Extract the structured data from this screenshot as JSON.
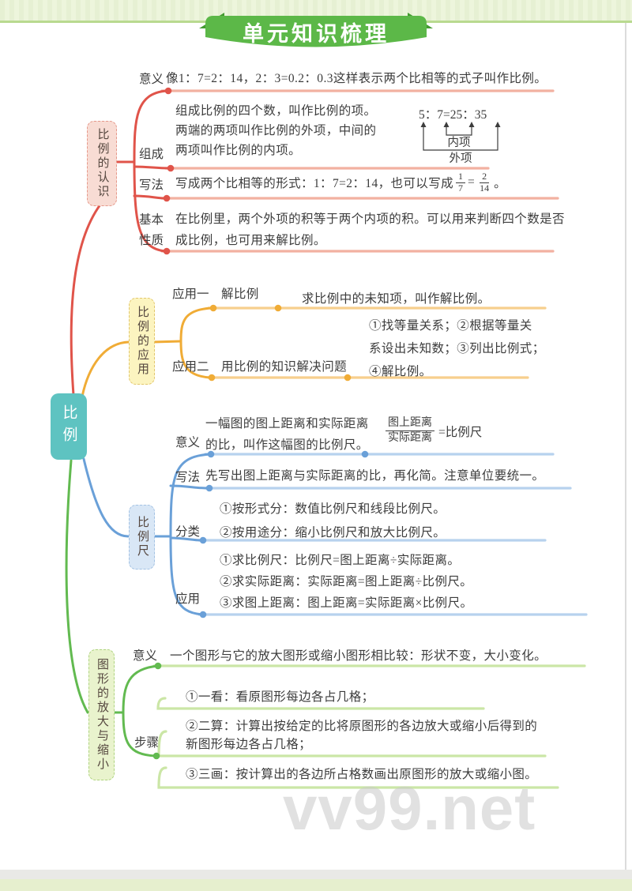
{
  "banner": {
    "title": "单元知识梳理"
  },
  "watermark": "vv99.net",
  "root": {
    "label": "比例"
  },
  "colors": {
    "banner_green": "#5cb848",
    "banner_fold_green": "#449b31",
    "root_teal": "#5ec3c1",
    "branch_red": "#e0544a",
    "branch_orange": "#f0ac36",
    "branch_blue": "#6aa0d8",
    "branch_green": "#62ba50"
  },
  "branches": [
    {
      "label": "比例的认识",
      "rows": [
        {
          "label": "意义",
          "text": "像1：7=2：14，2：3=0.2：0.3这样表示两个比相等的式子叫作比例。"
        },
        {
          "label": "组成",
          "lines": [
            "组成比例的四个数，叫作比例的项。",
            "两端的两项叫作比例的外项，中间的",
            "两项叫作比例的内项。"
          ],
          "diagram": {
            "expr": "5：7=25：35",
            "inner_label": "内项",
            "outer_label": "外项"
          }
        },
        {
          "label": "写法",
          "prefix": "写成两个比相等的形式：1：7=2：14，也可以写成",
          "frac1": {
            "num": "1",
            "den": "7"
          },
          "eq": "=",
          "frac2": {
            "num": "2",
            "den": "14"
          },
          "suffix": "。"
        },
        {
          "label": "基本性质",
          "label_line1": "基本",
          "label_line2": "性质",
          "lines": [
            "在比例里，两个外项的积等于两个内项的积。可以用来判断四个数是否",
            "成比例，也可用来解比例。"
          ]
        }
      ]
    },
    {
      "label": "比例的应用",
      "rows": [
        {
          "label": "应用一",
          "sub": "解比例",
          "desc": "求比例中的未知项，叫作解比例。"
        },
        {
          "label": "应用二",
          "sub": "用比例的知识解决问题",
          "desc_lines": [
            "①找等量关系；②根据等量关",
            "系设出未知数；③列出比例式；",
            "④解比例。"
          ]
        }
      ]
    },
    {
      "label": "比例尺",
      "rows": [
        {
          "label": "意义",
          "lines": [
            "一幅图的图上距离和实际距离",
            "的比，叫作这幅图的比例尺。"
          ],
          "formula": {
            "num": "图上距离",
            "den": "实际距离",
            "result": "=比例尺"
          }
        },
        {
          "label": "写法",
          "text": "先写出图上距离与实际距离的比，再化简。注意单位要统一。"
        },
        {
          "label": "分类",
          "lines": [
            "①按形式分：数值比例尺和线段比例尺。",
            "②按用途分：缩小比例尺和放大比例尺。"
          ]
        },
        {
          "label": "应用",
          "lines": [
            "①求比例尺：比例尺=图上距离÷实际距离。",
            "②求实际距离：实际距离=图上距离÷比例尺。",
            "③求图上距离：图上距离=实际距离×比例尺。"
          ]
        }
      ]
    },
    {
      "label": "图形的放大与缩小",
      "rows": [
        {
          "label": "意义",
          "text": "一个图形与它的放大图形或缩小图形相比较：形状不变，大小变化。"
        },
        {
          "label": "步骤",
          "steps": [
            {
              "lines": [
                "①一看：看原图形每边各占几格；"
              ]
            },
            {
              "lines": [
                "②二算：计算出按给定的比将原图形的各边放大或缩小后得到的",
                "新图形每边各占几格；"
              ]
            },
            {
              "lines": [
                "③三画：按计算出的各边所占格数画出原图形的放大或缩小图。"
              ]
            }
          ]
        }
      ]
    }
  ]
}
